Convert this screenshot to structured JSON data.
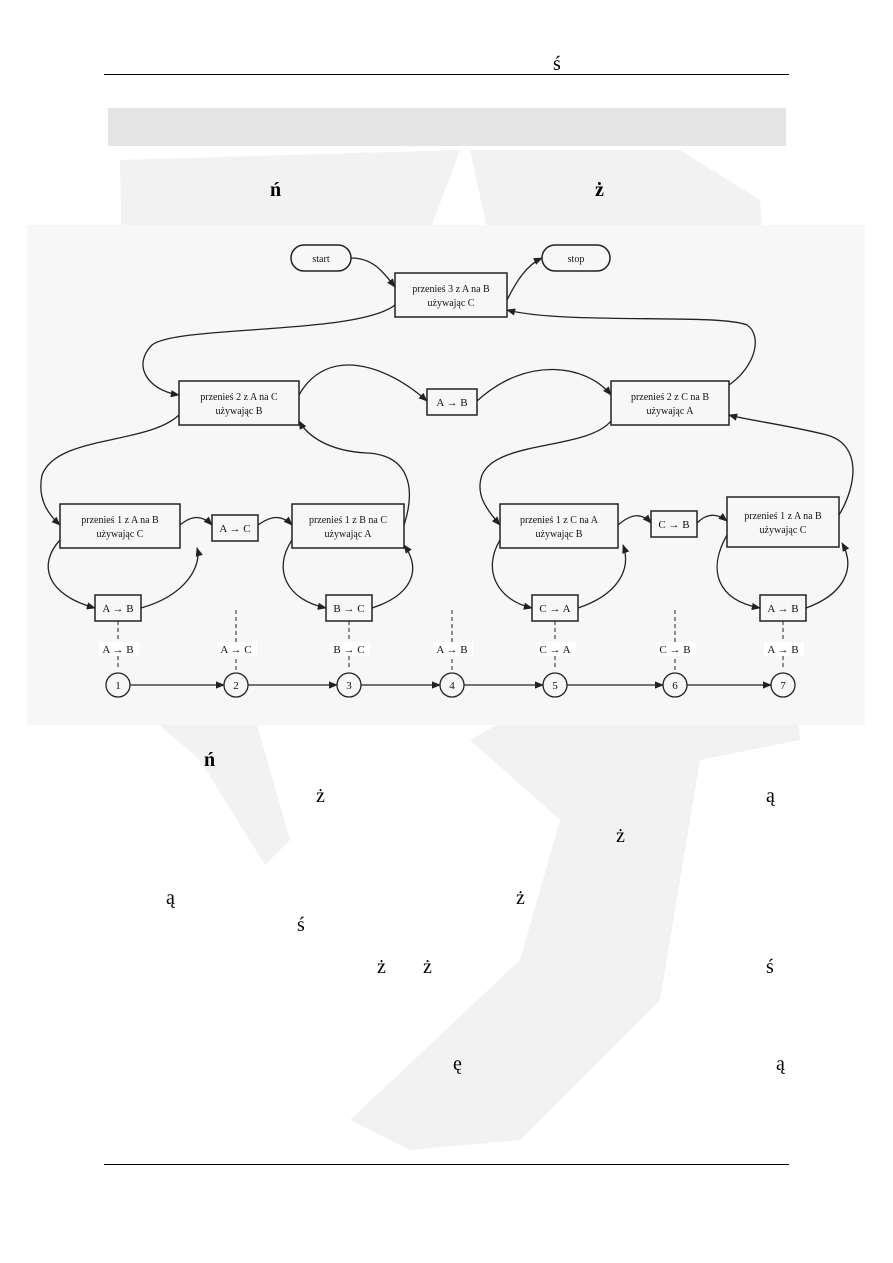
{
  "header": {
    "glyph": "ś"
  },
  "heading": {
    "left_glyph": "ń",
    "right_glyph": "ż"
  },
  "diagram": {
    "start_label": "start",
    "stop_label": "stop",
    "top_box": {
      "line1": "przenieś 3 z A na B",
      "line2": "używając C"
    },
    "mid_left_box": {
      "line1": "przenieś 2 z A na C",
      "line2": "używając B"
    },
    "mid_right_box": {
      "line1": "przenieś 2 z C na B",
      "line2": "używając A"
    },
    "mid_move": "A → B",
    "low_boxes": [
      {
        "line1": "przenieś 1 z A na B",
        "line2": "używając C"
      },
      {
        "line1": "przenieś 1 z B na C",
        "line2": "używając A"
      },
      {
        "line1": "przenieś 1 z C na A",
        "line2": "używając B"
      },
      {
        "line1": "przenieś 1 z A na B",
        "line2": "używając C"
      }
    ],
    "low_moves": [
      "A → C",
      "C → B"
    ],
    "leaf_moves": [
      "A → B",
      "B → C",
      "C → A",
      "A → B"
    ],
    "sequence_labels": [
      "A → B",
      "A → C",
      "B → C",
      "A → B",
      "C → A",
      "C → B",
      "A → B"
    ],
    "sequence_numbers": [
      "1",
      "2",
      "3",
      "4",
      "5",
      "6",
      "7"
    ]
  },
  "body_glyphs": {
    "caption": "ń",
    "line1_a": "ż",
    "line1_b": "ą",
    "line2_a": "ż",
    "line3_a": "ą",
    "line3_b": "ż",
    "line4_a": "ś",
    "line5_a": "ż",
    "line5_b": "ż",
    "line5_c": "ś",
    "line6_a": "ę",
    "line6_b": "ą"
  }
}
